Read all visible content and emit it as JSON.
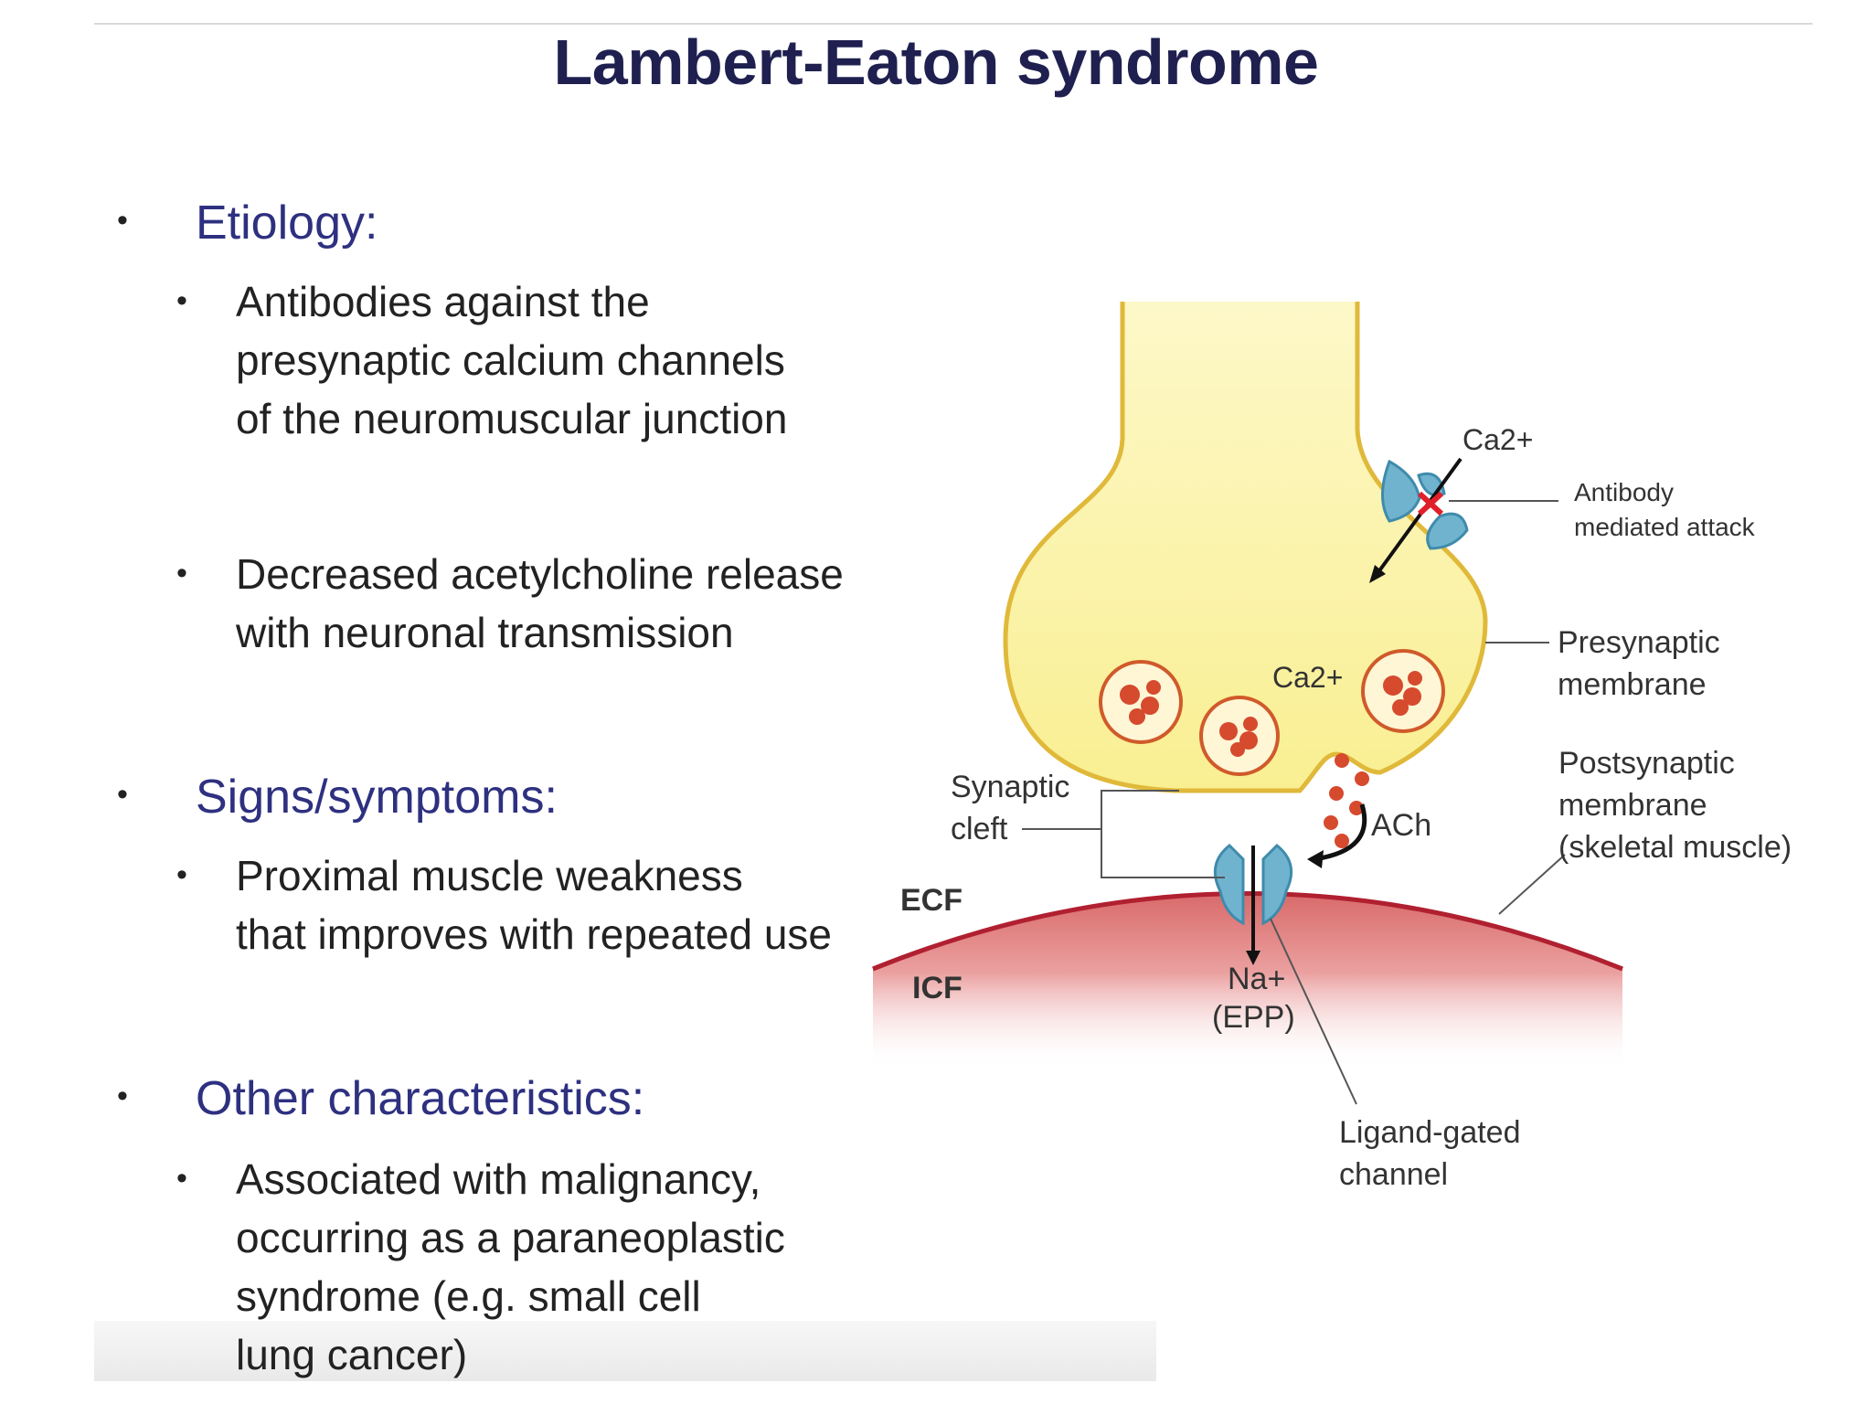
{
  "title": "Lambert-Eaton syndrome",
  "sections": [
    {
      "heading": "Etiology:",
      "items": [
        {
          "lines": [
            "Antibodies against the",
            "presynaptic calcium channels",
            "of the neuromuscular junction"
          ]
        },
        {
          "lines": [
            "Decreased acetylcholine release",
            "with neuronal transmission"
          ]
        }
      ]
    },
    {
      "heading": "Signs/symptoms:",
      "items": [
        {
          "lines": [
            "Proximal muscle weakness",
            "that improves with repeated use"
          ]
        }
      ]
    },
    {
      "heading": "Other characteristics:",
      "items": [
        {
          "lines": [
            "Associated with malignancy,",
            "occurring as a paraneoplastic",
            "syndrome (e.g. small cell",
            "lung cancer)"
          ]
        }
      ]
    }
  ],
  "diagram": {
    "ca_outside": "Ca2+",
    "ca_inside": "Ca2+",
    "antibody": [
      "Antibody",
      "mediated attack"
    ],
    "presynaptic": [
      "Presynaptic",
      "membrane"
    ],
    "postsynaptic": [
      "Postsynaptic",
      "membrane",
      "(skeletal muscle)"
    ],
    "synaptic_cleft": [
      "Synaptic",
      "cleft"
    ],
    "ach": "ACh",
    "ecf": "ECF",
    "icf": "ICF",
    "na": "Na+",
    "epp": "(EPP)",
    "ligand_gated": [
      "Ligand-gated",
      "channel"
    ],
    "colors": {
      "terminal_fill": "#fbf3a4",
      "terminal_stroke": "#e0b93a",
      "muscle_fill": "#d96a6a",
      "muscle_stroke": "#b02030",
      "channel": "#6fb3cf",
      "vesicle": "#d64a2e",
      "heading": "#2e3080",
      "title": "#1f2050"
    }
  }
}
